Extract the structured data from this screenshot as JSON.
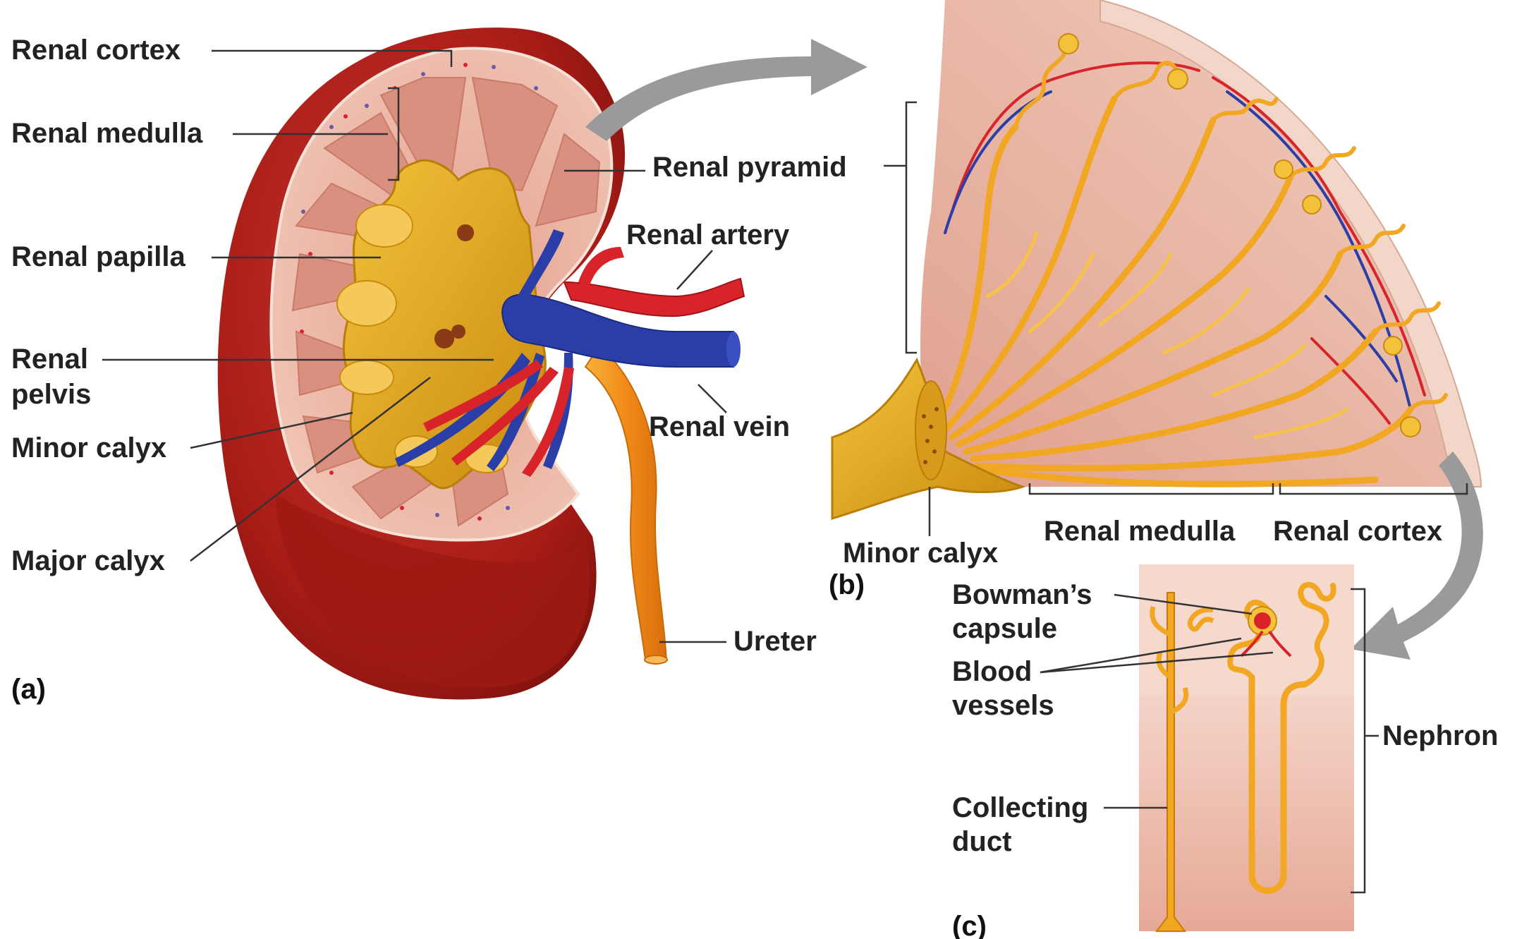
{
  "panels": {
    "a": {
      "letter": "(a)",
      "labels": {
        "renal_cortex": "Renal cortex",
        "renal_medulla": "Renal medulla",
        "renal_papilla": "Renal papilla",
        "renal_pelvis_line1": "Renal",
        "renal_pelvis_line2": "pelvis",
        "minor_calyx": "Minor calyx",
        "major_calyx": "Major calyx",
        "renal_pyramid": "Renal pyramid",
        "renal_artery": "Renal artery",
        "renal_vein": "Renal vein",
        "ureter": "Ureter"
      }
    },
    "b": {
      "letter": "(b)",
      "labels": {
        "minor_calyx": "Minor calyx",
        "renal_medulla": "Renal medulla",
        "renal_cortex": "Renal cortex"
      }
    },
    "c": {
      "letter": "(c)",
      "labels": {
        "bowmans_line1": "Bowman’s",
        "bowmans_line2": "capsule",
        "blood_line1": "Blood",
        "blood_line2": "vessels",
        "collecting_line1": "Collecting",
        "collecting_line2": "duct",
        "nephron": "Nephron"
      }
    }
  },
  "colors": {
    "kidney_outer": "#b3221b",
    "kidney_dark": "#8e1712",
    "cortex": "#e9b3a2",
    "pyramid": "#d98c7a",
    "pelvis": "#e6a514",
    "artery": "#d8232a",
    "vein": "#2b3ea8",
    "ureter": "#f29a1e",
    "tubule": "#f6b733",
    "arrow": "#9a9a9a"
  }
}
